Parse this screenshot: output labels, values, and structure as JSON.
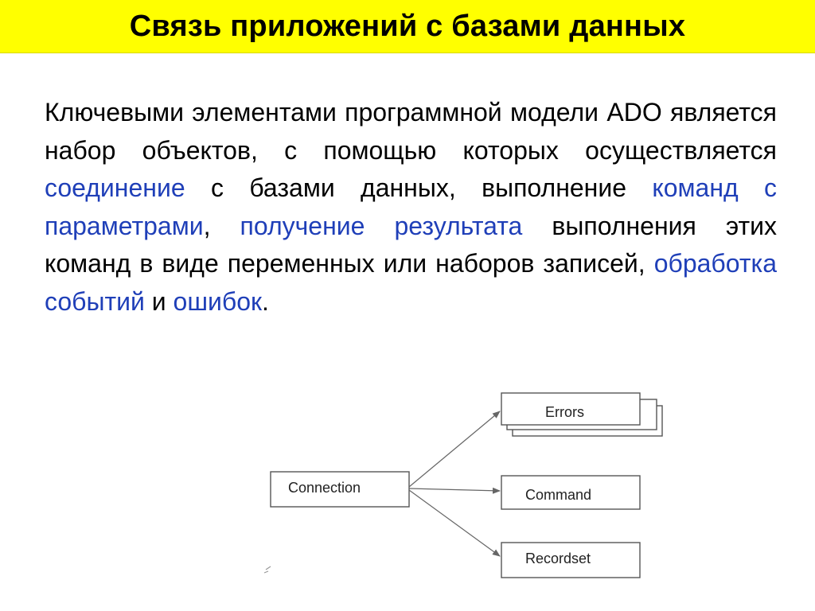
{
  "title": "Связь приложений с базами данных",
  "paragraph": {
    "p1": "Ключевыми элементами программной модели ADO является набор объектов, с помощью которых осуществляется ",
    "h1": "соединение",
    "p2": " с базами данных, выполнение ",
    "h2": "команд с параметрами",
    "p3": ", ",
    "h3": "получение результата",
    "p4": " выполнения этих команд в виде переменных или наборов записей, ",
    "h4": "обработка событий",
    "p5": " и ",
    "h5": "ошибок",
    "p6": "."
  },
  "diagram": {
    "connection": "Connection",
    "errors": "Errors",
    "command": "Command",
    "recordset": "Recordset"
  },
  "colors": {
    "title_background": "#ffff00",
    "highlight_text": "#1f3fb8"
  }
}
